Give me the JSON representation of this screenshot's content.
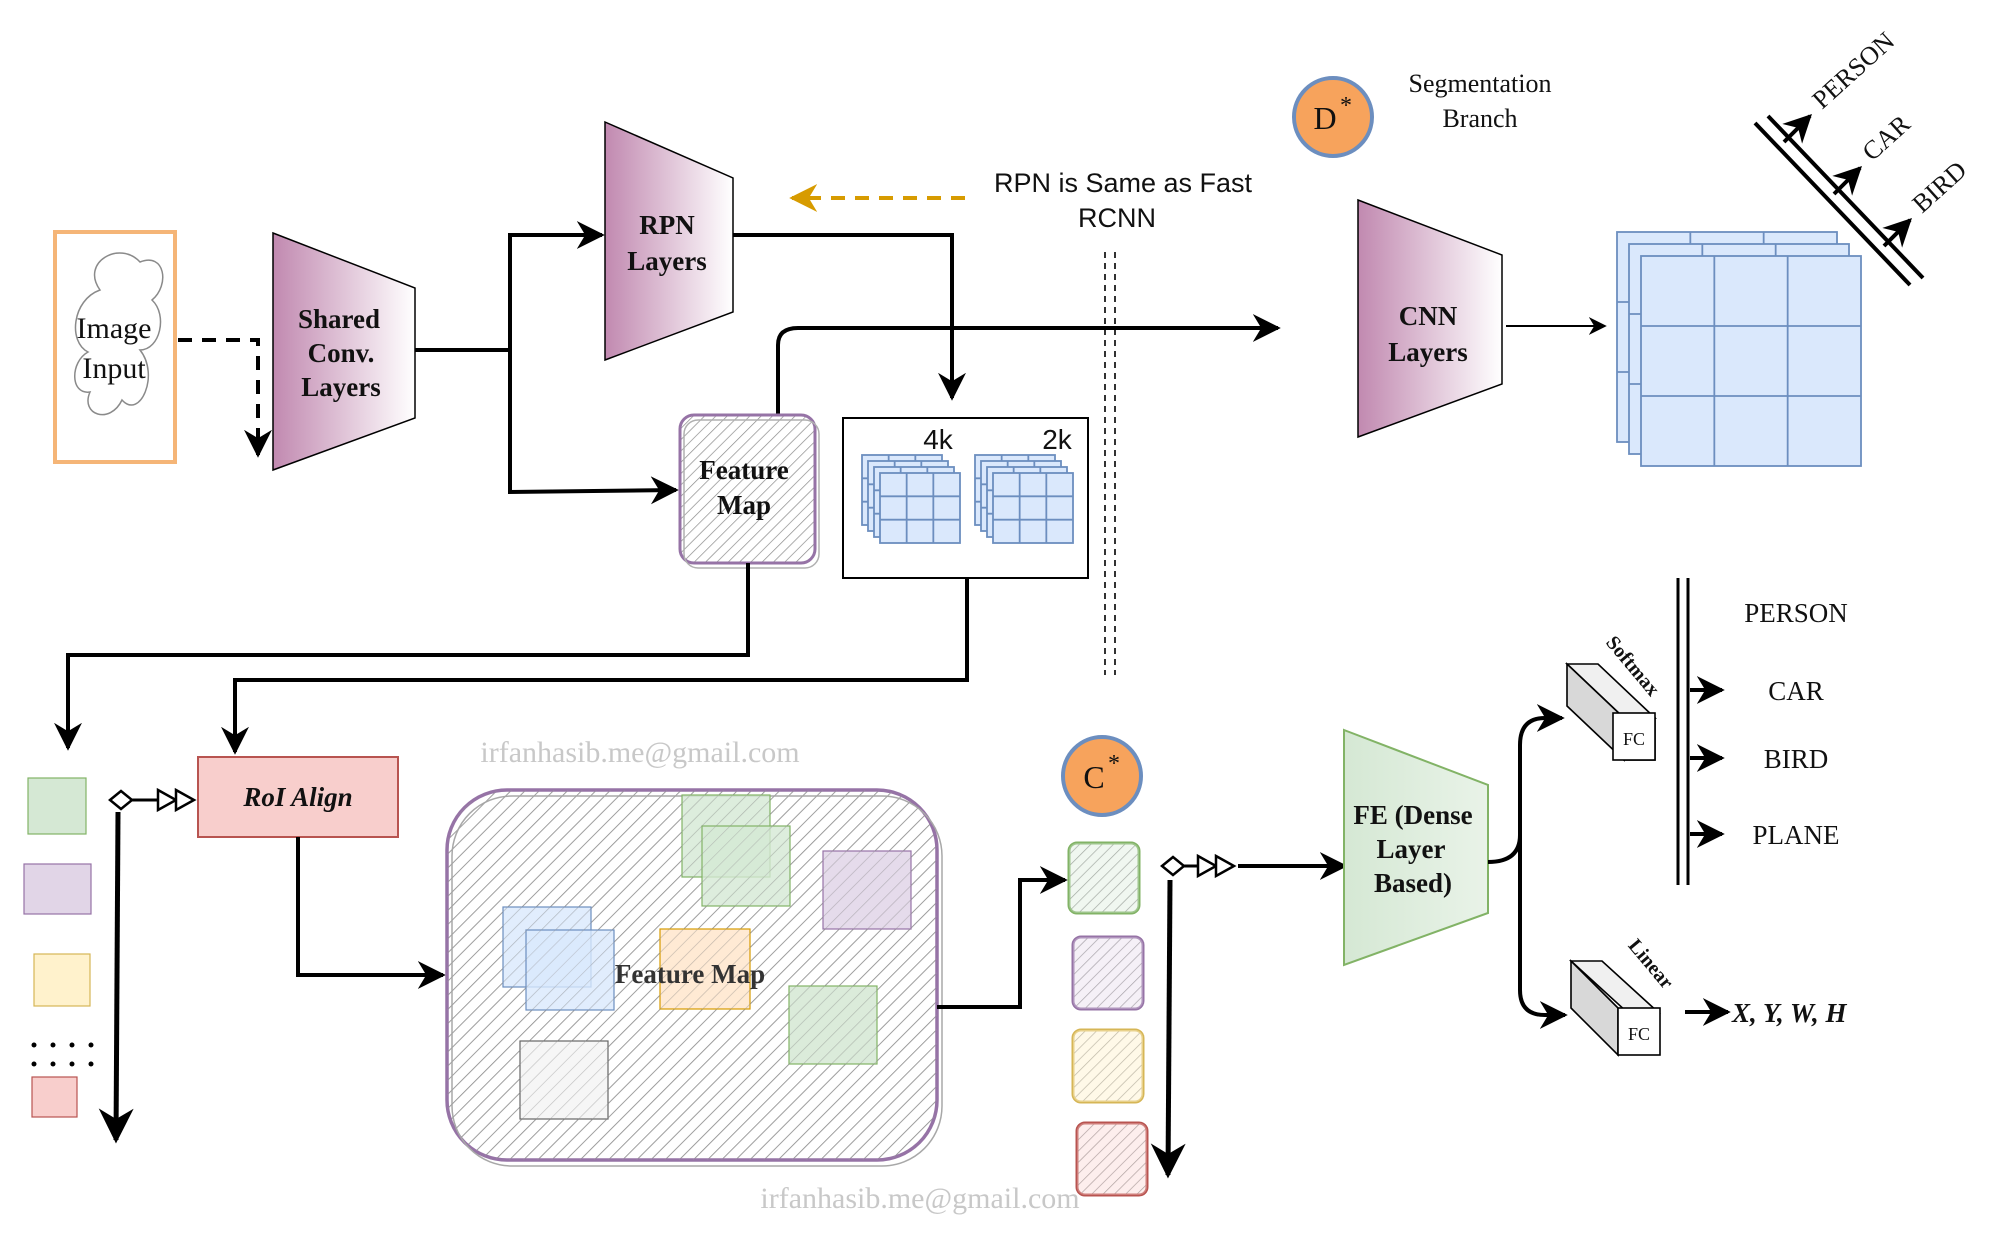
{
  "labels": {
    "image_input": [
      "Image",
      "Input"
    ],
    "shared_conv": [
      "Shared",
      "Conv.",
      "Layers"
    ],
    "rpn_layers": [
      "RPN",
      "Layers"
    ],
    "feature_map_small": [
      "Feature",
      "Map"
    ],
    "anchors_4k": "4k",
    "anchors_2k": "2k",
    "rpn_note": [
      "RPN is Same as Fast",
      "RCNN"
    ],
    "d_badge": "D",
    "c_badge": "C",
    "badge_sup": "*",
    "segmentation_branch": [
      "Segmentation",
      "Branch"
    ],
    "cnn_layers": [
      "CNN",
      "Layers"
    ],
    "seg_classes": [
      "PERSON",
      "CAR",
      "BIRD"
    ],
    "roi_align": "RoI Align",
    "feature_map_large": "Feature Map",
    "fe_dense": [
      "FE (Dense",
      "Layer",
      "Based)"
    ],
    "softmax": "Softmax",
    "linear": "Linear",
    "fc": "FC",
    "cls_classes": [
      "PERSON",
      "CAR",
      "BIRD",
      "PLANE"
    ],
    "bbox_output": "X, Y, W, H",
    "watermark": "irfanhasib.me@gmail.com"
  },
  "colors": {
    "trapezoid_purple": "#c99ab9",
    "fe_green": "#d5e8d4",
    "fe_green_stroke": "#82b366",
    "grid_blue": "#dae8fc",
    "grid_blue_stroke": "#6c8ebf",
    "badge_orange": "#f7a35c",
    "badge_stroke": "#6c8ebf",
    "roi_red": "#f8cecc",
    "roi_red_stroke": "#b85450",
    "image_border": "#f5b577",
    "rpn_note_arrow": "#d79b00",
    "roi_green": "#d5e8d4",
    "roi_purple": "#e1d5e7",
    "roi_yellow": "#fff2cc",
    "roi_pink": "#f8cecc",
    "roi_blue": "#dae8fc",
    "roi_orange": "#ffe6cc",
    "roi_gray": "#f5f5f5"
  }
}
